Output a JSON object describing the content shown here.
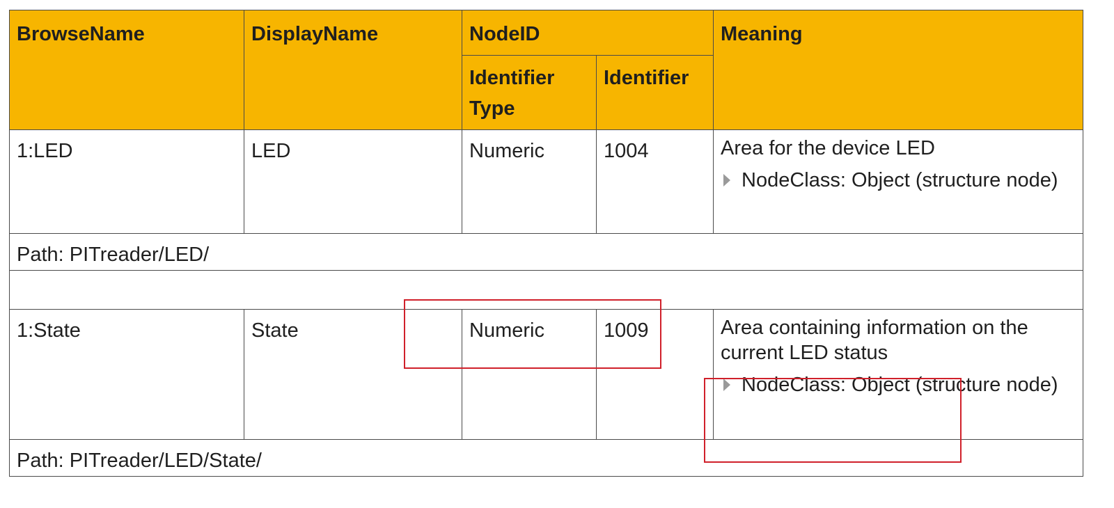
{
  "header": {
    "browse_name": "BrowseName",
    "display_name": "DisplayName",
    "node_id": "NodeID",
    "meaning": "Meaning",
    "identifier_type": "Identifier Type",
    "identifier": "Identifier"
  },
  "rows": [
    {
      "browse_name": "1:LED",
      "display_name": "LED",
      "identifier_type": "Numeric",
      "identifier": "1004",
      "meaning": "Area for the device LED",
      "bullet": "NodeClass: Object (structure node)",
      "path": "Path: PITreader/LED/"
    },
    {
      "browse_name": "1:State",
      "display_name": "State",
      "identifier_type": "Numeric",
      "identifier": "1009",
      "meaning": "Area containing information on the current LED status",
      "bullet": "NodeClass: Object (structure node)",
      "path": "Path: PITreader/LED/State/"
    }
  ],
  "colors": {
    "header_bg": "#f7b500",
    "highlight_border": "#d0202a"
  }
}
